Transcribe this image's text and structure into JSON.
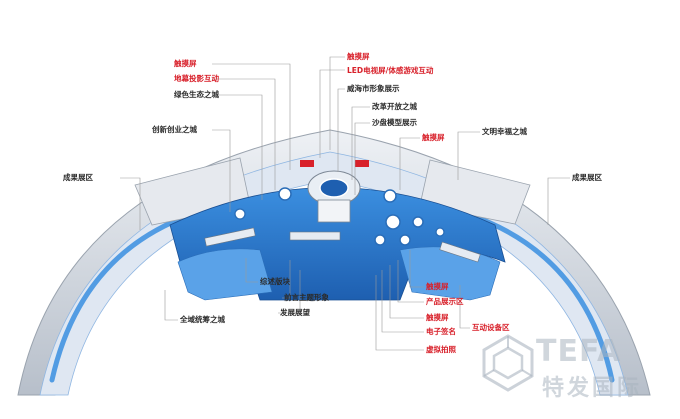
{
  "labels": {
    "touch_top": "触摸屏",
    "floor_projection": "地幕投影互动",
    "green_city": "绿色生态之城",
    "innovation_city": "创新创业之城",
    "results_left": "成果展区",
    "touch_upper": "触摸屏",
    "led_screen": "LED电视屏/体感游戏互动",
    "weihai_image": "威海市形象展示",
    "reform_city": "改革开放之城",
    "sand_table": "沙盘模型展示",
    "touch_mid": "触摸屏",
    "civilized_city": "文明幸福之城",
    "results_right": "成果展区",
    "overview": "综述版块",
    "foreword": "前言主题形象",
    "development": "发展展望",
    "coordination_city": "全域统筹之城",
    "touch_lower": "触摸屏",
    "product_area": "产品展示区",
    "touch_bottom": "触摸屏",
    "e_signature": "电子签名",
    "interactive_dev": "互动设备区",
    "virtual_photo": "虚拟拍照"
  },
  "colors": {
    "red": "#d8202a",
    "dark": "#2b2b2b",
    "blue": "#2a7fd1",
    "wall": "#c9ced6"
  },
  "watermark": {
    "brand_en": "TEFA",
    "brand_cn": "特发国际"
  }
}
